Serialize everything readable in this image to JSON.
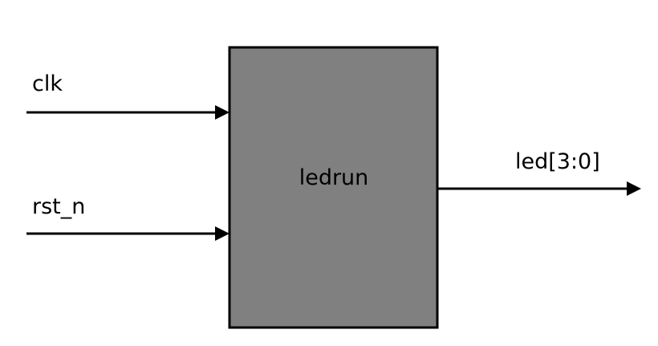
{
  "diagram": {
    "block": {
      "name": "ledrun",
      "fill": "#808080",
      "stroke": "#000000"
    },
    "inputs": [
      {
        "name": "clk"
      },
      {
        "name": "rst_n"
      }
    ],
    "outputs": [
      {
        "name": "led[3:0]"
      }
    ],
    "colors": {
      "line": "#000000",
      "background": "#ffffff"
    }
  }
}
